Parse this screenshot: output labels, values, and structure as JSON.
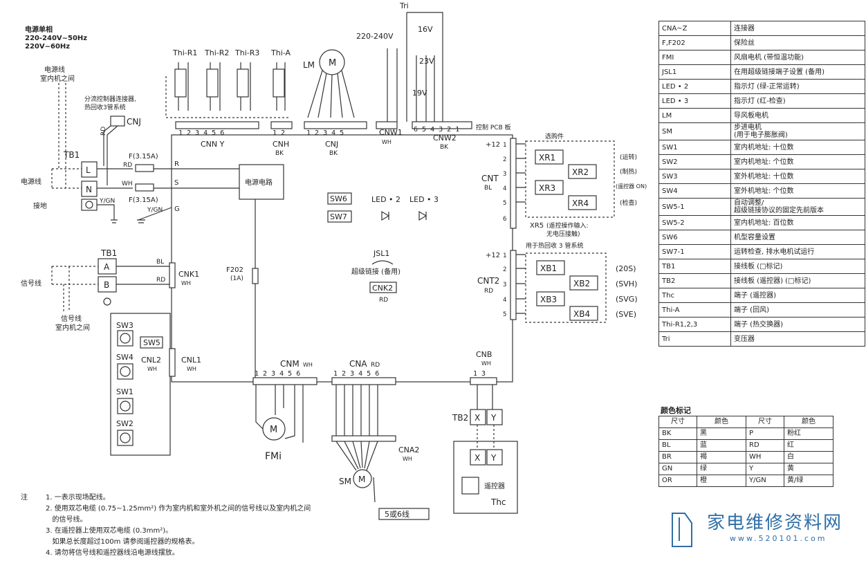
{
  "power_spec": {
    "line1": "电源单相",
    "line2": "220-240V~50Hz",
    "line3": "220V~60Hz"
  },
  "left_labels": {
    "power_line_between_1": "电源线",
    "power_line_between_2": "室内机之间",
    "diverter_1": "分流控制器连接器,",
    "diverter_2": "热回收3管系统",
    "power_line": "电源线",
    "ground": "接地",
    "signal_line": "信号线",
    "signal_between_1": "信号线",
    "signal_between_2": "室内机之间"
  },
  "components": {
    "tb1": "TB1",
    "tb1b": "TB1",
    "tb2": "TB2",
    "L": "L",
    "N": "N",
    "A": "A",
    "B": "B",
    "fuse1": "F(3.15A)",
    "fuse2": "F(3.15A)",
    "ygn": "Y/GN",
    "ygn2": "Y/GN",
    "cnj": "CNJ",
    "cnj_rd": "RD",
    "power_circuit": "电源电路",
    "pcb": "控制 PCB 板",
    "R": "R",
    "S": "S",
    "G": "G",
    "rd1": "RD",
    "wh1": "WH",
    "bl": "BL",
    "rd2": "RD",
    "cnk1": "CNK1",
    "cnk1_wh": "WH",
    "f202": "F202",
    "f202_rating": "(1A)",
    "cnl1": "CNL1",
    "cnl1_wh": "WH",
    "cnl2": "CNL2",
    "cnl2_wh": "WH",
    "sw3": "SW3",
    "sw4": "SW4",
    "sw5": "SW5",
    "sw1": "SW1",
    "sw2": "SW2",
    "sw6": "SW6",
    "sw7": "SW7",
    "led2": "LED • 2",
    "led3": "LED • 3",
    "jsl1": "JSL1",
    "jsl1_desc": "超级链接 (备用)",
    "cnk2": "CNK2",
    "cnk2_rd": "RD",
    "thr1": "Thi-R1",
    "thr2": "Thi-R2",
    "thr3": "Thi-R3",
    "tha": "Thi-A",
    "lm": "LM",
    "tr": "Tri",
    "v220": "220-240V",
    "v16": "16V",
    "v23": "23V",
    "v19": "19V",
    "cnn": "CNN Y",
    "cnh": "CNH",
    "cnh_bk": "BK",
    "cnj2": "CNJ",
    "cnj2_bk": "BK",
    "cnw1": "CNW1",
    "cnw1_wh": "WH",
    "cnw2": "CNW2",
    "cnw2_bk": "BK",
    "optional": "选购件",
    "cnt": "CNT",
    "cnt_bl": "BL",
    "xr1": "XR1",
    "xr2": "XR2",
    "xr3": "XR3",
    "xr4": "XR4",
    "xr1_desc": "(运转)",
    "xr2_desc": "(制热)",
    "xr3_desc": "(遥控器 ON)",
    "xr4_desc": "(检查)",
    "xr5": "XR5",
    "xr5_desc1": "(遥控操作输入:",
    "xr5_desc2": "无电压接触)",
    "heat_recovery": "用于热回收 3 管系统",
    "cnt2": "CNT2",
    "cnt2_rd": "RD",
    "xb1": "XB1",
    "xb2": "XB2",
    "xb3": "XB3",
    "xb4": "XB4",
    "xb1_desc": "(20S)",
    "xb2_desc": "(SVH)",
    "xb3_desc": "(SVG)",
    "xb4_desc": "(SVE)",
    "p12a": "+12",
    "p12b": "+12",
    "cnm": "CNM",
    "cnm_wh": "WH",
    "cna": "CNA",
    "cna_rd": "RD",
    "cnb": "CNB",
    "cnb_wh": "WH",
    "fmi": "FMi",
    "sm": "SM",
    "cna2": "CNA2",
    "cna2_wh": "WH",
    "five_six": "5或6线",
    "x": "X",
    "y": "Y",
    "remote": "遥控器",
    "thc": "Thc",
    "m": "M"
  },
  "legend_rows": [
    [
      "CNA~Z",
      "连接器"
    ],
    [
      "F,F202",
      "保险丝"
    ],
    [
      "FMI",
      "风扇电机 (带恒温功能)"
    ],
    [
      "JSL1",
      "在用超级链接端子设置 (备用)"
    ],
    [
      "LED • 2",
      "指示灯 (绿-正常运转)"
    ],
    [
      "LED • 3",
      "指示灯 (红-检查)"
    ],
    [
      "LM",
      "导风板电机"
    ],
    [
      "SM",
      "步进电机\n(用于电子膨胀阀)"
    ],
    [
      "SW1",
      "室内机地址: 十位数"
    ],
    [
      "SW2",
      "室内机地址: 个位数"
    ],
    [
      "SW3",
      "室外机地址: 十位数"
    ],
    [
      "SW4",
      "室外机地址: 个位数"
    ],
    [
      "SW5-1",
      "自动调整/\n超级链接协议的固定先前版本"
    ],
    [
      "SW5-2",
      "室内机地址: 百位数"
    ],
    [
      "SW6",
      "机型容量设置"
    ],
    [
      "SW7-1",
      "运转检查, 排水电机试运行"
    ],
    [
      "TB1",
      "接线板 (□标记)"
    ],
    [
      "TB2",
      "接线板 (遥控器) (□标记)"
    ],
    [
      "Thc",
      "端子 (遥控器)"
    ],
    [
      "Thi-A",
      "端子 (回风)"
    ],
    [
      "Thi-R1,2,3",
      "端子 (热交换器)"
    ],
    [
      "Tri",
      "变压器"
    ]
  ],
  "colors_title": "颜色标记",
  "colors_header": [
    "尺寸",
    "颜色",
    "尺寸",
    "颜色"
  ],
  "colors_rows": [
    [
      "BK",
      "黑",
      "P",
      "粉红"
    ],
    [
      "BL",
      "蓝",
      "RD",
      "红"
    ],
    [
      "BR",
      "褐",
      "WH",
      "白"
    ],
    [
      "GN",
      "绿",
      "Y",
      "黄"
    ],
    [
      "OR",
      "橙",
      "Y/GN",
      "黄/绿"
    ]
  ],
  "notes": {
    "label": "注",
    "n1": "1.",
    "t1": "一表示现场配线。",
    "n2": "2.",
    "t2": "使用双芯电缆 (0.75~1.25mm²) 作为室内机和室外机之间的信号线以及室内机之间",
    "t2b": "的信号线。",
    "n3": "3.",
    "t3": "在遥控器上使用双芯电缆 (0.3mm²)。",
    "t3b": "如果总长度超过100m  请参阅遥控器的规格表。",
    "n4": "4.",
    "t4": "请勿将信号线和遥控器线沿电源线摆放。"
  },
  "brand": {
    "name": "家电维修资料网",
    "url": "www.520101.com"
  }
}
